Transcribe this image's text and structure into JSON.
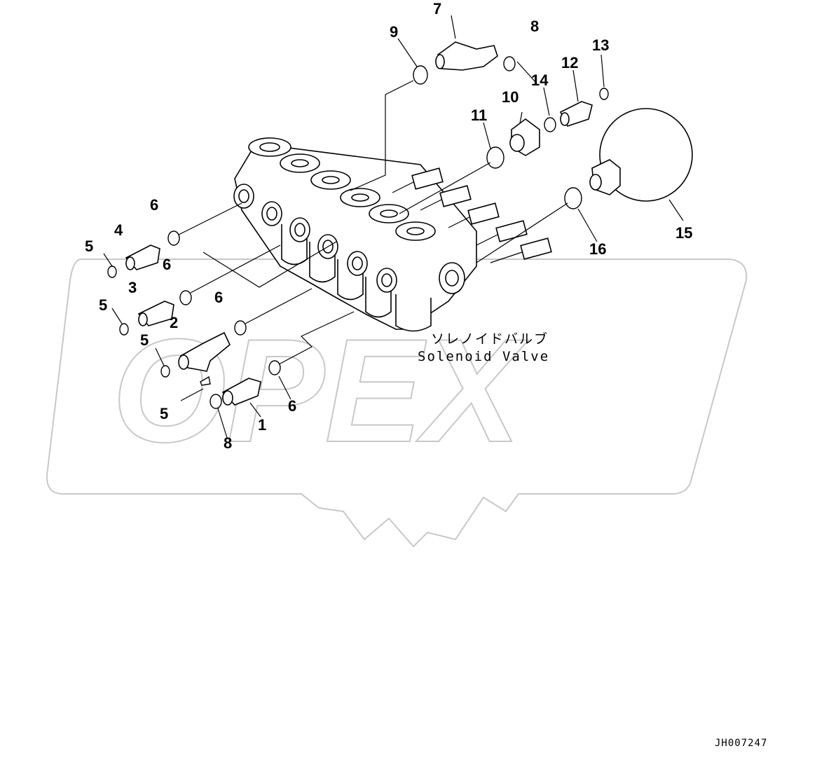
{
  "diagram": {
    "caption_jp": "ソレノイドバルブ",
    "caption_en": "Solenoid Valve",
    "watermark": "OPEX",
    "document_id": "JH007247",
    "callouts": [
      "1",
      "2",
      "3",
      "4",
      "5",
      "5",
      "5",
      "5",
      "6",
      "6",
      "6",
      "6",
      "7",
      "8",
      "8",
      "9",
      "10",
      "11",
      "12",
      "13",
      "14",
      "15",
      "16"
    ]
  }
}
